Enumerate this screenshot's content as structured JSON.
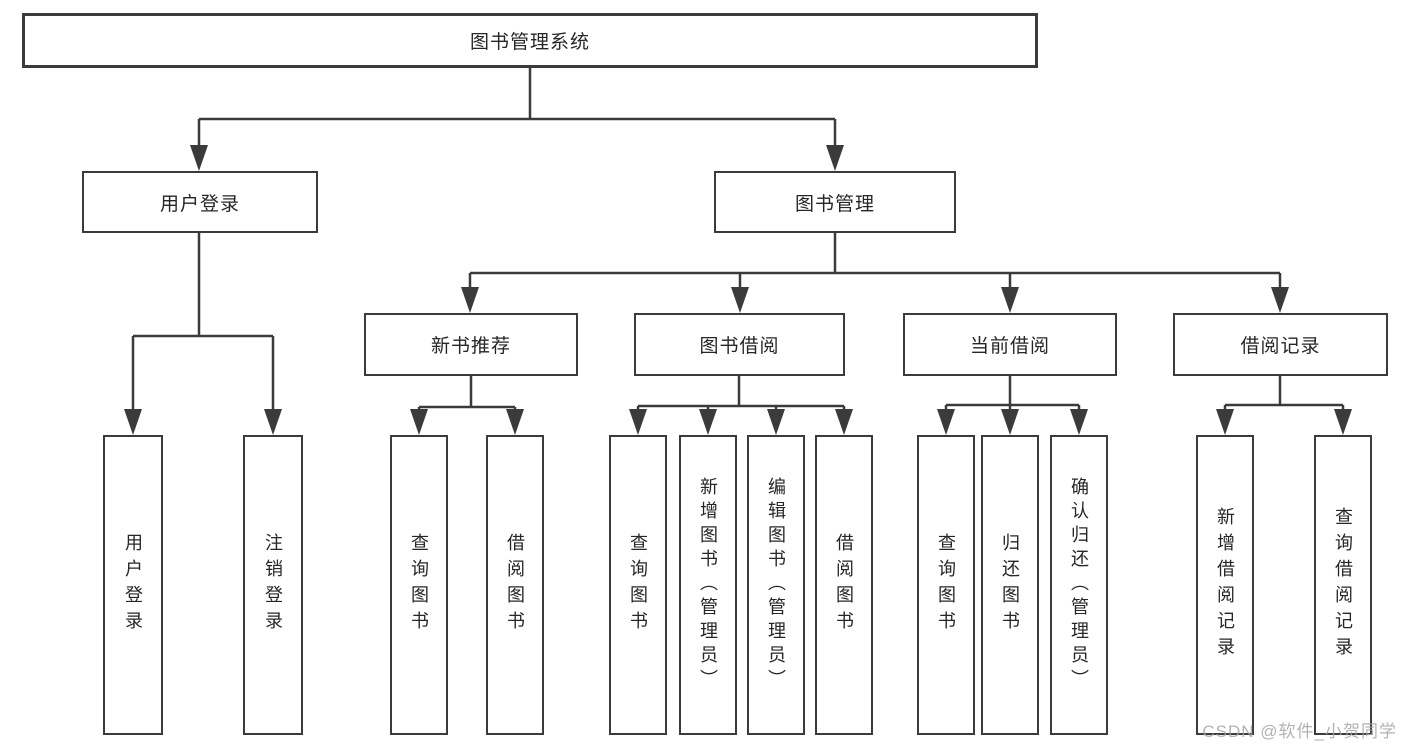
{
  "diagram": {
    "title": "图书管理系统",
    "nodes": {
      "root": "图书管理系统",
      "user_login": "用户登录",
      "book_mgmt": "图书管理",
      "new_book_rec": "新书推荐",
      "book_borrow": "图书借阅",
      "current_borrow": "当前借阅",
      "borrow_records": "借阅记录",
      "ul_user_login": "用户登录",
      "ul_logout": "注销登录",
      "nr_query_book": "查询图书",
      "nr_borrow_book": "借阅图书",
      "bb_query_book": "查询图书",
      "bb_add_book": "新增图书（管理员）",
      "bb_edit_book": "编辑图书（管理员）",
      "bb_borrow_book": "借阅图书",
      "cb_query_book": "查询图书",
      "cb_return_book": "归还图书",
      "cb_confirm_return": "确认归还（管理员）",
      "br_add_record": "新增借阅记录",
      "br_query_record": "查询借阅记录"
    },
    "hierarchy": {
      "root": [
        "user_login",
        "book_mgmt"
      ],
      "user_login": [
        "ul_user_login",
        "ul_logout"
      ],
      "book_mgmt": [
        "new_book_rec",
        "book_borrow",
        "current_borrow",
        "borrow_records"
      ],
      "new_book_rec": [
        "nr_query_book",
        "nr_borrow_book"
      ],
      "book_borrow": [
        "bb_query_book",
        "bb_add_book",
        "bb_edit_book",
        "bb_borrow_book"
      ],
      "current_borrow": [
        "cb_query_book",
        "cb_return_book",
        "cb_confirm_return"
      ],
      "borrow_records": [
        "br_add_record",
        "br_query_record"
      ]
    },
    "watermark": "CSDN @软件_小贺同学",
    "colors": {
      "line": "#3b3b3b",
      "text": "#262626",
      "watermark": "#a5a5a5",
      "background": "#ffffff"
    }
  }
}
